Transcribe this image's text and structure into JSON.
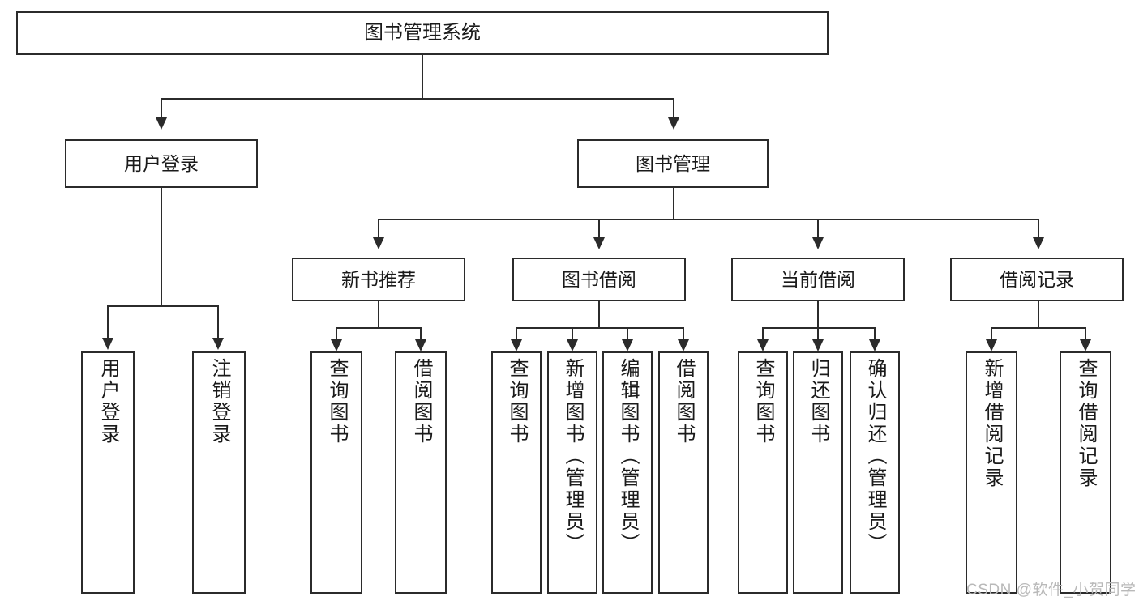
{
  "diagram": {
    "title": "图书管理系统",
    "type": "功能结构图",
    "watermark": "CSDN @软件_小贺同学",
    "colors": {
      "stroke": "#2b2b2b",
      "fill": "#ffffff",
      "text": "#1a1a1a",
      "watermark": "#b9b9b9"
    }
  },
  "nodes": {
    "root": {
      "label": "图书管理系统"
    },
    "level2": [
      {
        "id": "user-login",
        "label": "用户登录"
      },
      {
        "id": "book-manage",
        "label": "图书管理"
      }
    ],
    "level3": [
      {
        "id": "new-book-recommend",
        "label": "新书推荐"
      },
      {
        "id": "book-borrow",
        "label": "图书借阅"
      },
      {
        "id": "current-borrow",
        "label": "当前借阅"
      },
      {
        "id": "borrow-record",
        "label": "借阅记录"
      }
    ],
    "leaves": [
      {
        "id": "leaf-user-login",
        "label": "用户登录",
        "parent": "user-login"
      },
      {
        "id": "leaf-user-logout",
        "label": "注销登录",
        "parent": "user-login"
      },
      {
        "id": "leaf-query-book-1",
        "label": "查询图书",
        "parent": "new-book-recommend"
      },
      {
        "id": "leaf-borrow-book-1",
        "label": "借阅图书",
        "parent": "new-book-recommend"
      },
      {
        "id": "leaf-query-book-2",
        "label": "查询图书",
        "parent": "book-borrow"
      },
      {
        "id": "leaf-add-book",
        "label": "新增图书（管理员）",
        "parent": "book-borrow"
      },
      {
        "id": "leaf-edit-book",
        "label": "编辑图书（管理员）",
        "parent": "book-borrow"
      },
      {
        "id": "leaf-borrow-book-2",
        "label": "借阅图书",
        "parent": "book-borrow"
      },
      {
        "id": "leaf-query-book-3",
        "label": "查询图书",
        "parent": "current-borrow"
      },
      {
        "id": "leaf-return-book",
        "label": "归还图书",
        "parent": "current-borrow"
      },
      {
        "id": "leaf-confirm-return",
        "label": "确认归还（管理员）",
        "parent": "current-borrow"
      },
      {
        "id": "leaf-add-record",
        "label": "新增借阅记录",
        "parent": "borrow-record"
      },
      {
        "id": "leaf-query-record",
        "label": "查询借阅记录",
        "parent": "borrow-record"
      }
    ]
  }
}
